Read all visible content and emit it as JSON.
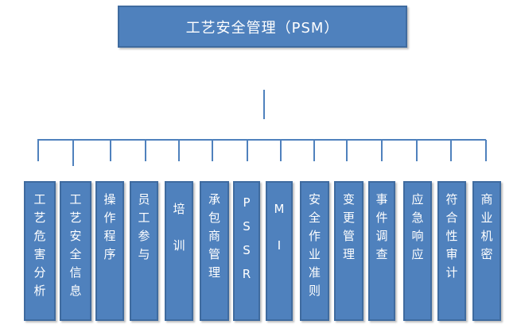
{
  "title": "工艺安全管理（PSM）",
  "colors": {
    "box_fill": "#4f81bd",
    "box_border": "#3f6b9f",
    "text": "#ffffff",
    "line": "#4f81bd"
  },
  "children": [
    "工艺危害分析",
    "工艺安全信息",
    "操作程序",
    "员工参与",
    "培训",
    "承包商管理",
    "PSSR",
    "MI",
    "安全作业准则",
    "变更管理",
    "事件调查",
    "应急响应",
    "符合性审计",
    "商业机密"
  ]
}
